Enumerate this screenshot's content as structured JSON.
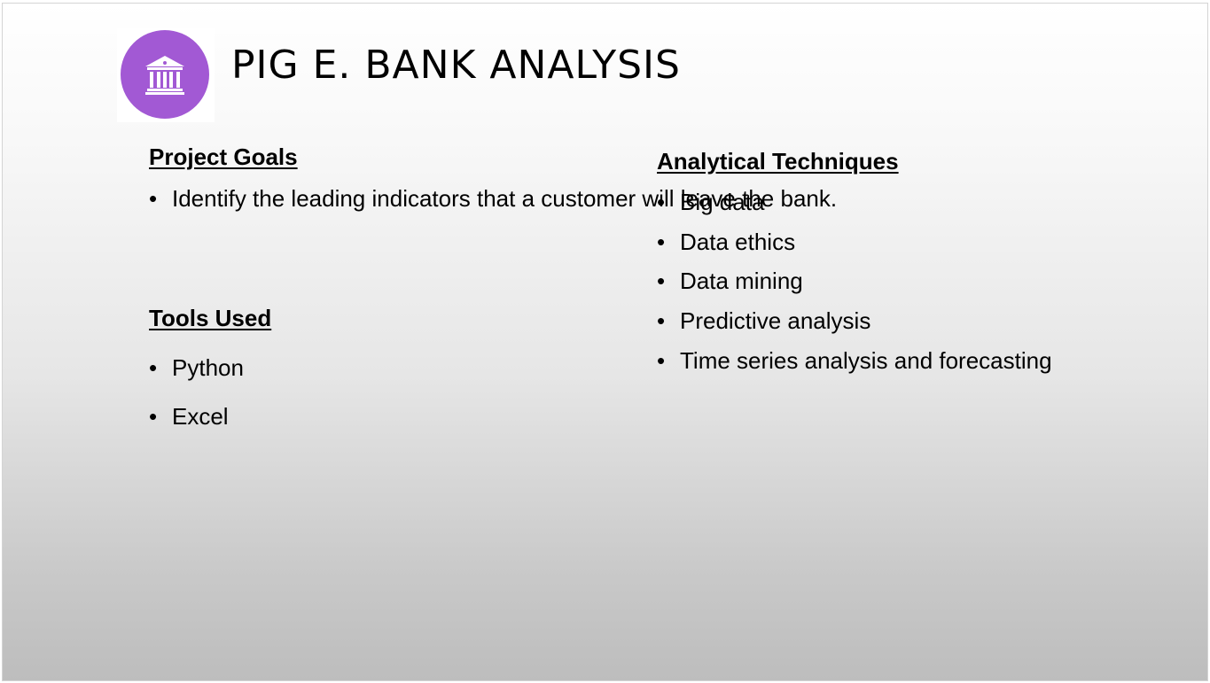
{
  "slide": {
    "title": "PIG E. BANK ANALYSIS",
    "logo_icon": "bank-building-icon",
    "accent_color": "#a259d4"
  },
  "project_goals": {
    "heading": "Project Goals",
    "items": [
      "Identify the leading indicators that a customer will leave the bank."
    ]
  },
  "tools_used": {
    "heading": "Tools Used",
    "items": [
      "Python",
      "Excel"
    ]
  },
  "analytical_techniques": {
    "heading": "Analytical Techniques",
    "items": [
      "Big data",
      "Data ethics",
      "Data mining",
      "Predictive analysis",
      "Time series analysis and forecasting"
    ]
  }
}
